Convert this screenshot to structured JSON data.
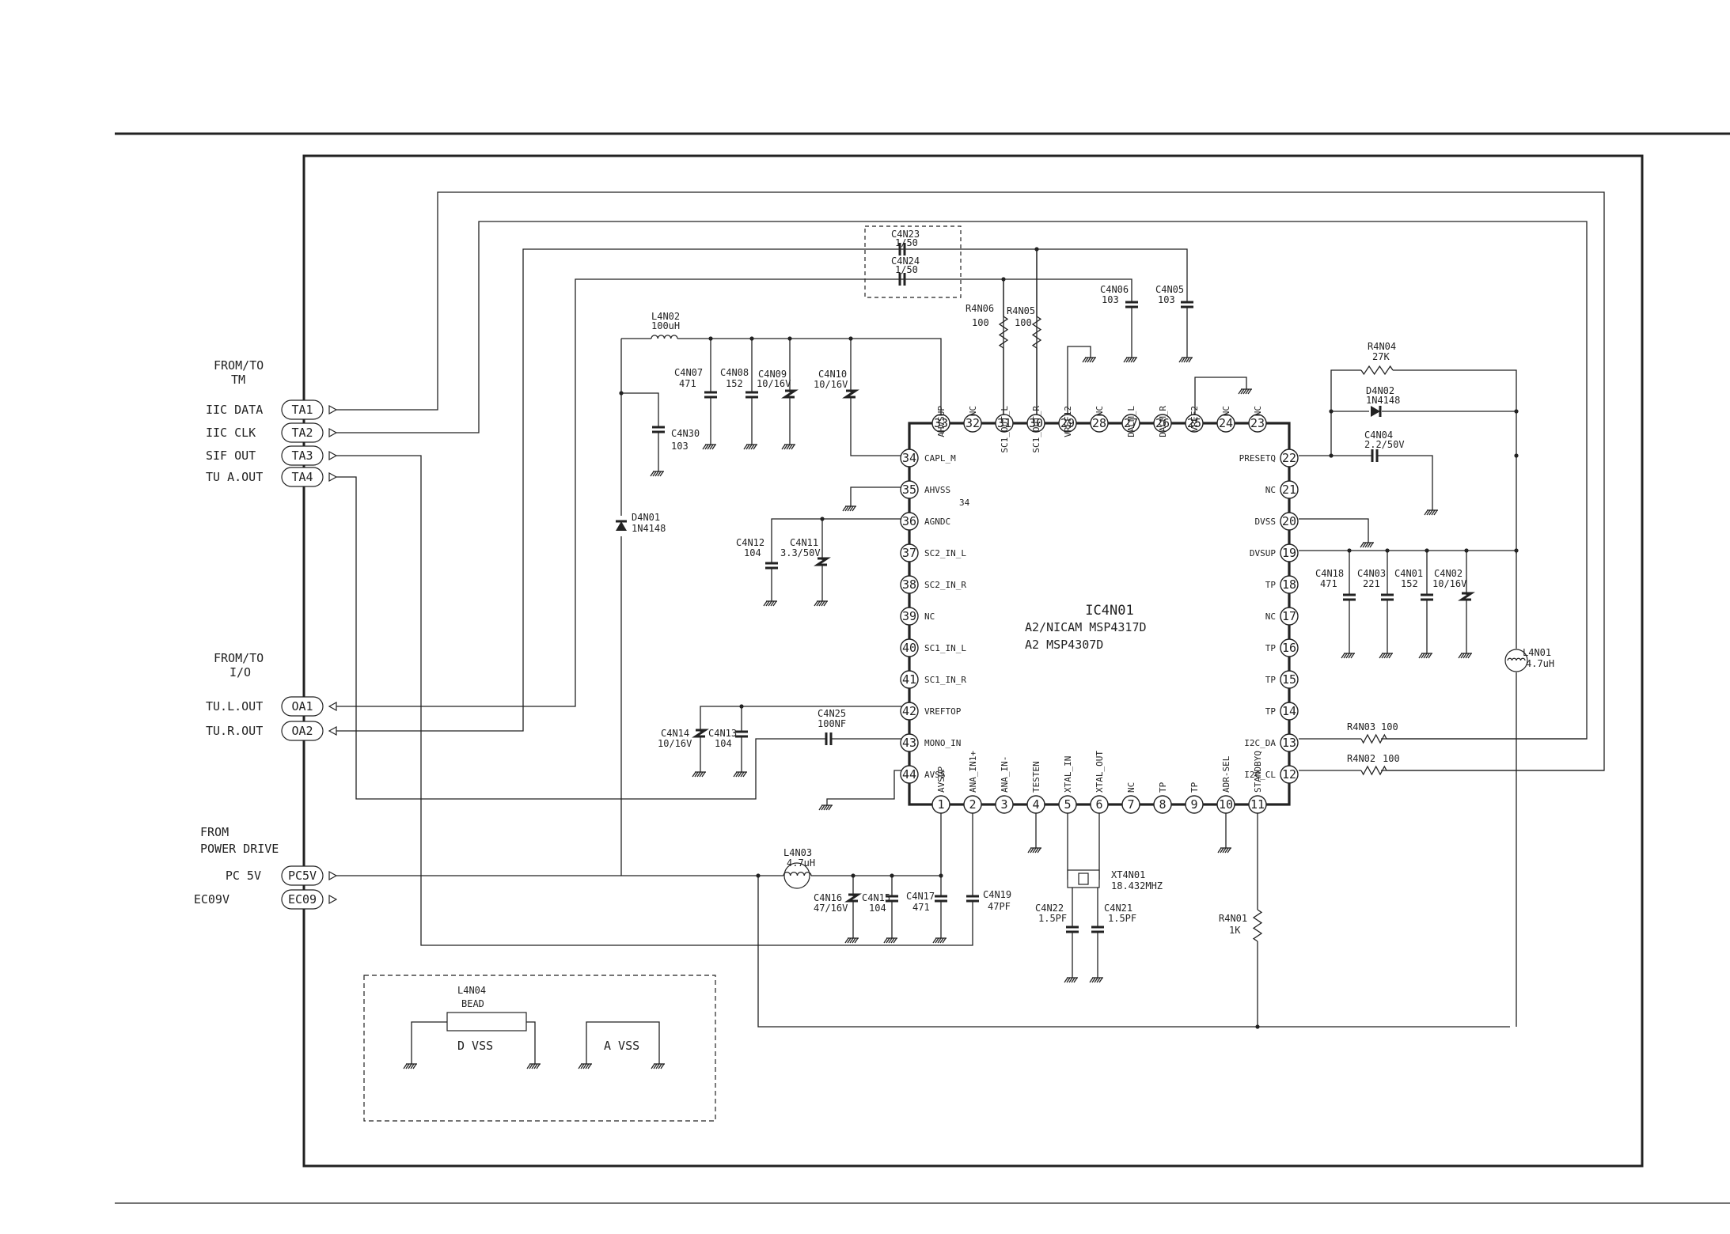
{
  "ic": {
    "ref": "IC4N01",
    "line1": "A2/NICAM  MSP4317D",
    "line2": "A2  MSP4307D"
  },
  "pins": {
    "left": [
      [
        "34",
        "CAPL_M"
      ],
      [
        "35",
        "AHVSS"
      ],
      [
        "36",
        "AGNDC"
      ],
      [
        "37",
        "SC2_IN_L"
      ],
      [
        "38",
        "SC2_IN_R"
      ],
      [
        "39",
        "NC"
      ],
      [
        "40",
        "SC1_IN_L"
      ],
      [
        "41",
        "SC1_IN_R"
      ],
      [
        "42",
        "VREFTOP"
      ],
      [
        "43",
        "MONO_IN"
      ],
      [
        "44",
        "AVSS"
      ]
    ],
    "top": [
      [
        "33",
        "AHVSUP"
      ],
      [
        "32",
        "NC"
      ],
      [
        "31",
        "SC1_OUT_L"
      ],
      [
        "30",
        "SC1_OUT_R"
      ],
      [
        "29",
        "VREF12"
      ],
      [
        "28",
        "NC"
      ],
      [
        "27",
        "DACM_L"
      ],
      [
        "26",
        "DACM_R"
      ],
      [
        "25",
        "VREF2"
      ],
      [
        "24",
        "NC"
      ],
      [
        "23",
        "NC"
      ]
    ],
    "right": [
      [
        "22",
        "PRESETQ"
      ],
      [
        "21",
        "NC"
      ],
      [
        "20",
        "DVSS"
      ],
      [
        "19",
        "DVSUP"
      ],
      [
        "18",
        "TP"
      ],
      [
        "17",
        "NC"
      ],
      [
        "16",
        "TP"
      ],
      [
        "15",
        "TP"
      ],
      [
        "14",
        "TP"
      ],
      [
        "13",
        "I2C_DA"
      ],
      [
        "12",
        "I2C_CL"
      ]
    ],
    "bottom": [
      [
        "1",
        "AVSUP"
      ],
      [
        "2",
        "ANA_IN1+"
      ],
      [
        "3",
        "ANA_IN-"
      ],
      [
        "4",
        "TESTEN"
      ],
      [
        "5",
        "XTAL_IN"
      ],
      [
        "6",
        "XTAL_OUT"
      ],
      [
        "7",
        "NC"
      ],
      [
        "8",
        "TP"
      ],
      [
        "9",
        "TP"
      ],
      [
        "10",
        "ADR-SEL"
      ],
      [
        "11",
        "STANDBYQ"
      ]
    ]
  },
  "pin35_extra": "34",
  "left_panel": {
    "from_tm": [
      "FROM/TO",
      "TM"
    ],
    "tm_signals": [
      {
        "label": "IIC DATA",
        "tag": "TA1"
      },
      {
        "label": "IIC CLK",
        "tag": "TA2"
      },
      {
        "label": "SIF OUT",
        "tag": "TA3"
      },
      {
        "label": "TU A.OUT",
        "tag": "TA4"
      }
    ],
    "from_io": [
      "FROM/TO",
      "I/O"
    ],
    "io_signals": [
      {
        "label": "TU.L.OUT",
        "tag": "OA1"
      },
      {
        "label": "TU.R.OUT",
        "tag": "OA2"
      }
    ],
    "from_pd": [
      "FROM",
      "POWER DRIVE"
    ],
    "pd_signals": [
      {
        "label": "PC 5V",
        "tag": "PC5V"
      },
      {
        "label": "EC09V",
        "tag": "EC09"
      }
    ]
  },
  "components": {
    "C4N23": [
      "C4N23",
      "1/50"
    ],
    "C4N24": [
      "C4N24",
      "1/50"
    ],
    "C4N06": [
      "C4N06",
      "103"
    ],
    "C4N05": [
      "C4N05",
      "103"
    ],
    "R4N06": [
      "R4N06",
      "100"
    ],
    "R4N05": [
      "R4N05",
      "100"
    ],
    "L4N02": [
      "L4N02",
      "100uH"
    ],
    "C4N07": [
      "C4N07",
      "471"
    ],
    "C4N08": [
      "C4N08",
      "152"
    ],
    "C4N09": [
      "C4N09",
      "10/16V"
    ],
    "C4N10": [
      "C4N10",
      "10/16V"
    ],
    "C4N30": [
      "C4N30",
      "103"
    ],
    "D4N01": [
      "D4N01",
      "1N4148"
    ],
    "C4N12": [
      "C4N12",
      "104"
    ],
    "C4N11": [
      "C4N11",
      "3.3/50V"
    ],
    "C4N14": [
      "C4N14",
      "10/16V"
    ],
    "C4N13": [
      "C4N13",
      "104"
    ],
    "C4N25": [
      "C4N25",
      "100NF"
    ],
    "L4N03": [
      "L4N03",
      "4.7uH"
    ],
    "C4N16": [
      "C4N16",
      "47/16V"
    ],
    "C4N15": [
      "C4N15",
      "104"
    ],
    "C4N17": [
      "C4N17",
      "471"
    ],
    "C4N19": [
      "C4N19",
      "47PF"
    ],
    "XT4N01": [
      "XT4N01",
      "18.432MHZ"
    ],
    "C4N22": [
      "C4N22",
      "1.5PF"
    ],
    "C4N21": [
      "C4N21",
      "1.5PF"
    ],
    "R4N01": [
      "R4N01",
      "1K"
    ],
    "R4N04": [
      "R4N04",
      "27K"
    ],
    "D4N02": [
      "D4N02",
      "1N4148"
    ],
    "C4N04": [
      "C4N04",
      "2.2/50V"
    ],
    "C4N18": [
      "C4N18",
      "471"
    ],
    "C4N03": [
      "C4N03",
      "221"
    ],
    "C4N01": [
      "C4N01",
      "152"
    ],
    "C4N02": [
      "C4N02",
      "10/16V"
    ],
    "L4N01": [
      "L4N01",
      "4.7uH"
    ],
    "R4N03": [
      "R4N03",
      "100"
    ],
    "R4N02": [
      "R4N02",
      "100"
    ]
  },
  "legend": {
    "ref": "L4N04",
    "val": "BEAD",
    "dvss": "D VSS",
    "avss": "A VSS"
  }
}
